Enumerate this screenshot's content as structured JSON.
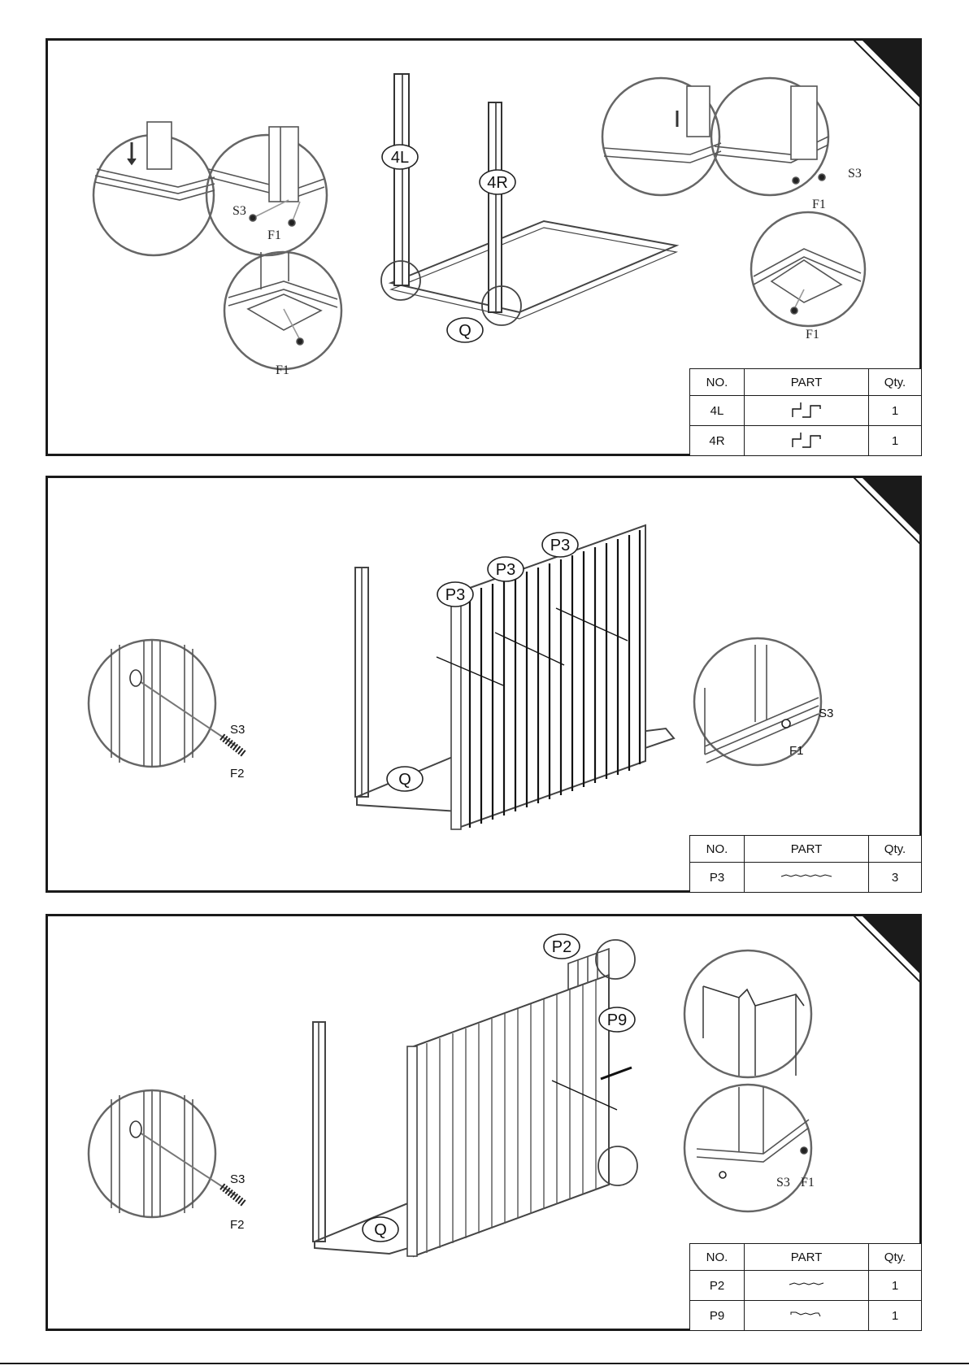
{
  "panels": [
    {
      "labels": {
        "left_post": "4L",
        "right_post": "4R",
        "base_frame": "Q"
      },
      "callouts": {
        "left_detail_s3": "S3",
        "left_detail_f1": "F1",
        "left_corner_f1": "F1",
        "right_detail_s3": "S3",
        "right_detail_f1": "F1",
        "right_corner_f1": "F1"
      },
      "table": {
        "headers": {
          "no": "NO.",
          "part": "PART",
          "qty": "Qty."
        },
        "rows": [
          {
            "no": "4L",
            "qty": "1",
            "part_icon": "left-post-profile-icon"
          },
          {
            "no": "4R",
            "qty": "1",
            "part_icon": "right-post-profile-icon"
          }
        ]
      }
    },
    {
      "labels": {
        "panel_a": "P3",
        "panel_b": "P3",
        "panel_c": "P3",
        "base_frame": "Q"
      },
      "callouts": {
        "left_detail_s3": "S3",
        "left_detail_f2": "F2",
        "right_detail_s3": "S3",
        "right_detail_f1": "F1"
      },
      "table": {
        "headers": {
          "no": "NO.",
          "part": "PART",
          "qty": "Qty."
        },
        "rows": [
          {
            "no": "P3",
            "qty": "3",
            "part_icon": "corrugated-panel-icon"
          }
        ]
      }
    },
    {
      "labels": {
        "panel_top": "P2",
        "panel_side": "P9",
        "base_frame": "Q"
      },
      "callouts": {
        "left_detail_s3": "S3",
        "left_detail_f2": "F2",
        "right_detail_s3": "S3",
        "right_detail_f1": "F1"
      },
      "table": {
        "headers": {
          "no": "NO.",
          "part": "PART",
          "qty": "Qty."
        },
        "rows": [
          {
            "no": "P2",
            "qty": "1",
            "part_icon": "corrugated-panel-icon"
          },
          {
            "no": "P9",
            "qty": "1",
            "part_icon": "corner-panel-icon"
          }
        ]
      }
    }
  ]
}
